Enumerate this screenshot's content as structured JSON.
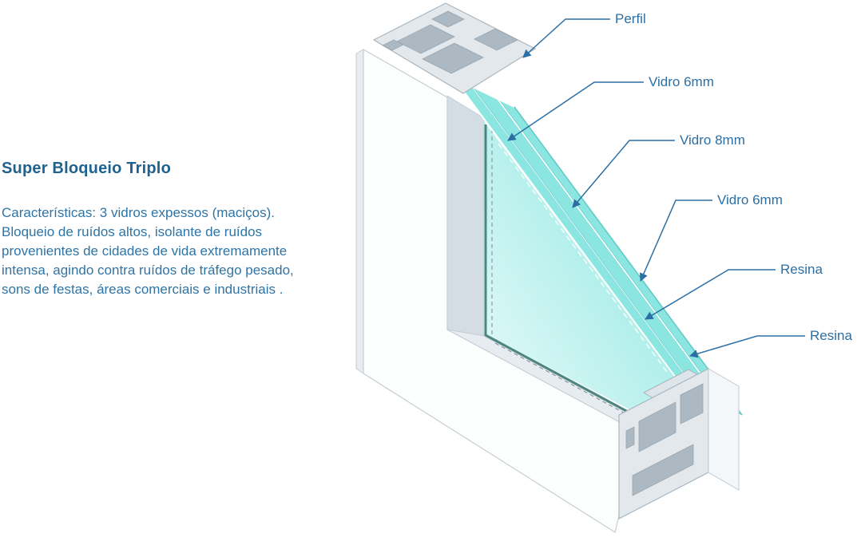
{
  "info_panel": {
    "title": "Super Bloqueio Triplo",
    "description": "Características: 3 vidros expessos (maciços).\nBloqueio de ruídos altos, isolante de ruídos\nprovenientes de cidades de vida extremamente\nintensa, agindo contra ruídos de tráfego pesado,\nsons de festas, áreas comerciais e industriais ."
  },
  "diagram": {
    "callouts": [
      {
        "id": "perfil",
        "text": "Perfil"
      },
      {
        "id": "vidro-6mm-outer",
        "text": "Vidro 6mm"
      },
      {
        "id": "vidro-8mm",
        "text": "Vidro 8mm"
      },
      {
        "id": "vidro-6mm-inner",
        "text": "Vidro 6mm"
      },
      {
        "id": "resina-1",
        "text": "Resina"
      },
      {
        "id": "resina-2",
        "text": "Resina"
      }
    ],
    "colors": {
      "glass": "#8BE6E1",
      "glass_face_light": "#EAFBF9",
      "resin": "#FFFFFF",
      "frame_face": "#FDFEFE",
      "profile_cut": "#E2E8EC",
      "chamber": "#ACB8C2",
      "leader_line": "#2B6FA5",
      "text_blue": "#2E74A6",
      "gasket": "#4D8680"
    }
  }
}
